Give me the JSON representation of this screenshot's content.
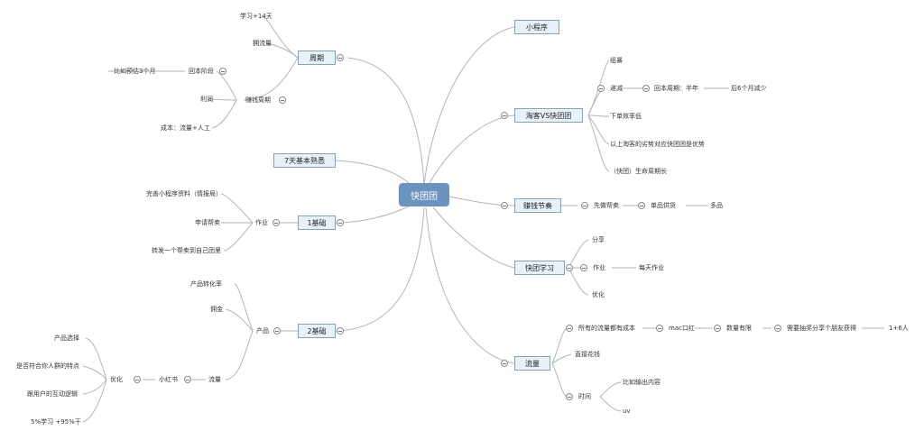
{
  "colors": {
    "link": "#aeb6c2",
    "box_fill": "#e8f1f8",
    "box_border": "#7fa3c2",
    "center_fill": "#6a93bd"
  },
  "collapse_icon": "minus-circle-icon",
  "center": "快团团",
  "left": {
    "cycle": {
      "label": "周期",
      "study": "学习+14天",
      "traffic": "拥流量",
      "earn": {
        "label": "赚钱周期",
        "stage": "回本阶段",
        "example": "比如预估3个月",
        "profit": "利润",
        "cost": "成本：流量+人工"
      }
    },
    "seven_days": "7天基本熟悉",
    "basic1": {
      "label": "1基础",
      "work": "作业",
      "w1": "完善小程序资料（情报局）",
      "w2": "申请帮卖",
      "w3": "转发一个帮卖到自己团里"
    },
    "basic2": {
      "label": "2基础",
      "product": "产品",
      "conversion": "产品转化率",
      "commission": "佣金",
      "flow": "流量",
      "xhs": "小红书",
      "optimize": "优化",
      "o1": "产品选择",
      "o2": "是否符合你人群的特点",
      "o3": "跟用户的互动逻辑",
      "o4": "5%学习 +95%干"
    }
  },
  "right": {
    "mini_program": "小程序",
    "vs": {
      "label": "淘客VS快团团",
      "group": "组暴",
      "decline": "递减",
      "payback": "回本周期：半年",
      "after": "后6个月减少",
      "low_order": "下单效率低",
      "advantage": "以上淘客的劣势对应快团团是优势",
      "lifecycle": "（快团）生命周期长"
    },
    "rhythm": {
      "label": "赚钱节奏",
      "help": "先做帮卖",
      "single": "单品供货",
      "multi": "多品"
    },
    "learn": {
      "label": "快团学习",
      "share": "分享",
      "work": "作业",
      "daily": "每天作业",
      "optimize": "优化"
    },
    "traffic": {
      "label": "流量",
      "cost": "所有的流量都有成本",
      "mac": "mac口红",
      "limited": "数量有限",
      "need": "需要抽奖分享个朋友获得",
      "ratio": "1+6人",
      "direct": "直接花钱",
      "time": "时间",
      "output": "比如输出内容",
      "uv": "uv"
    }
  }
}
